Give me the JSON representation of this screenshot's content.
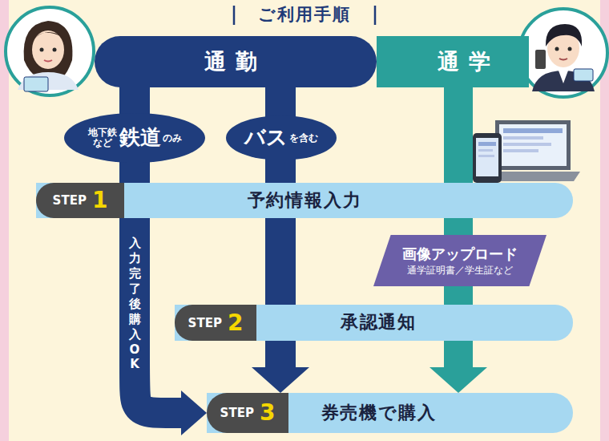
{
  "diagram": {
    "title": "ご利用手順",
    "nodes": [
      {
        "text": [
          "通勤"
        ]
      },
      {
        "text": [
          "通学"
        ]
      },
      {
        "text": [
          "地下鉄 など",
          "鉄道",
          "のみ"
        ]
      },
      {
        "text": [
          "バス",
          "を含む"
        ]
      },
      {
        "text": [
          "予約情報入力"
        ]
      },
      {
        "text": [
          "STEP",
          "1"
        ],
        "in": 4
      },
      {
        "text": [
          "画像アップロード",
          "通学証明書／学生証など"
        ]
      },
      {
        "text": [
          "承認通知"
        ]
      },
      {
        "text": [
          "STEP",
          "2"
        ],
        "in": 7
      },
      {
        "text": [
          "券売機で購入"
        ]
      },
      {
        "text": [
          "STEP",
          "3"
        ],
        "in": 9
      }
    ],
    "edges": [
      {
        "from": 0,
        "to": 2,
        "arrow": "none"
      },
      {
        "from": 0,
        "to": 3,
        "arrow": "none"
      },
      {
        "from": 1,
        "to": 4,
        "arrow": "none"
      },
      {
        "from": 2,
        "to": 4,
        "arrow": "none"
      },
      {
        "from": 3,
        "to": 4,
        "arrow": "none"
      },
      {
        "from": 4,
        "to": 9,
        "label": "入力完了後 購入OK",
        "arrow": "to"
      },
      {
        "from": 4,
        "to": 7,
        "arrow": "none"
      },
      {
        "from": 7,
        "to": 9,
        "arrow": "to"
      },
      {
        "from": 4,
        "to": 6,
        "arrow": "none"
      },
      {
        "from": 6,
        "to": 7,
        "arrow": "none"
      },
      {
        "from": 7,
        "to": 9,
        "arrow": "to"
      }
    ]
  }
}
